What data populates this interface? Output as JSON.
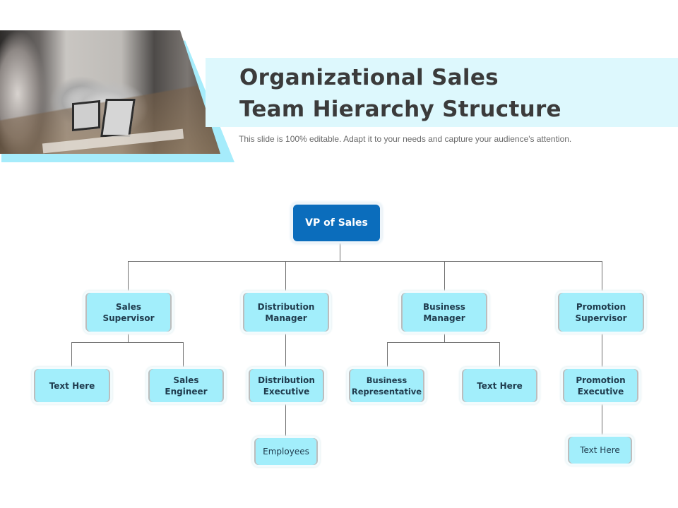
{
  "header": {
    "title_line1": "Organizational Sales",
    "title_line2": "Team Hierarchy Structure",
    "subtitle": "This slide is 100% editable. Adapt it to your needs and capture your audience's attention.",
    "image": "office-team-meeting-photo"
  },
  "colors": {
    "accent_cyan": "#a6ecfb",
    "title_band": "#ddf8fd",
    "vp_blue": "#0b6dbc",
    "node_fill": "#a2eefb",
    "connector": "#6f6f6f",
    "title_text": "#3b3b3b"
  },
  "org_chart": {
    "root": {
      "label": "VP of Sales"
    },
    "level2": [
      {
        "label": "Sales\nSupervisor"
      },
      {
        "label": "Distribution\nManager"
      },
      {
        "label": "Business\nManager"
      },
      {
        "label": "Promotion\nSupervisor"
      }
    ],
    "level3": [
      {
        "label": "Text Here",
        "parent": "Sales Supervisor"
      },
      {
        "label": "Sales\nEngineer",
        "parent": "Sales Supervisor"
      },
      {
        "label": "Distribution\nExecutive",
        "parent": "Distribution Manager"
      },
      {
        "label": "Business\nRepresentative",
        "parent": "Business Manager"
      },
      {
        "label": "Text Here",
        "parent": "Business Manager"
      },
      {
        "label": "Promotion\nExecutive",
        "parent": "Promotion Supervisor"
      }
    ],
    "level4": [
      {
        "label": "Employees",
        "parent": "Distribution Executive"
      },
      {
        "label": "Text Here",
        "parent": "Promotion Executive"
      }
    ]
  }
}
